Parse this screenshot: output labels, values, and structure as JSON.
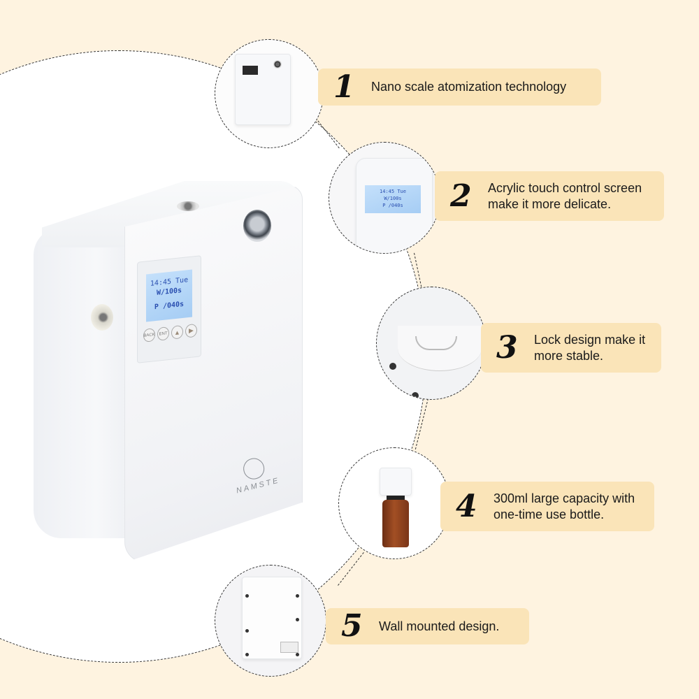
{
  "colors": {
    "background": "#fef3e0",
    "label_background": "#fae4b8",
    "text": "#1a1a1a",
    "lcd_background": "#b4d6f7",
    "lcd_text": "#2a4fb0"
  },
  "product": {
    "brand": "NAMSTE",
    "lcd": {
      "line1": "14:45 Tue",
      "line2": "W/100s",
      "line3": "P /040s"
    },
    "buttons": [
      "BACK",
      "ENT",
      "▲",
      "▶"
    ]
  },
  "features": [
    {
      "number": "1",
      "text_line1": "Nano scale atomization technology",
      "text_line2": "",
      "image": "front-view-device"
    },
    {
      "number": "2",
      "text_line1": "Acrylic touch control screen",
      "text_line2": "make it more delicate.",
      "image": "control-screen-closeup"
    },
    {
      "number": "3",
      "text_line1": "Lock design make it",
      "text_line2": "more stable.",
      "image": "lock-closeup"
    },
    {
      "number": "4",
      "text_line1": "300ml large capacity with",
      "text_line2": "one-time use bottle.",
      "image": "bottle-view"
    },
    {
      "number": "5",
      "text_line1": "Wall mounted design.",
      "text_line2": "",
      "image": "back-view"
    }
  ]
}
